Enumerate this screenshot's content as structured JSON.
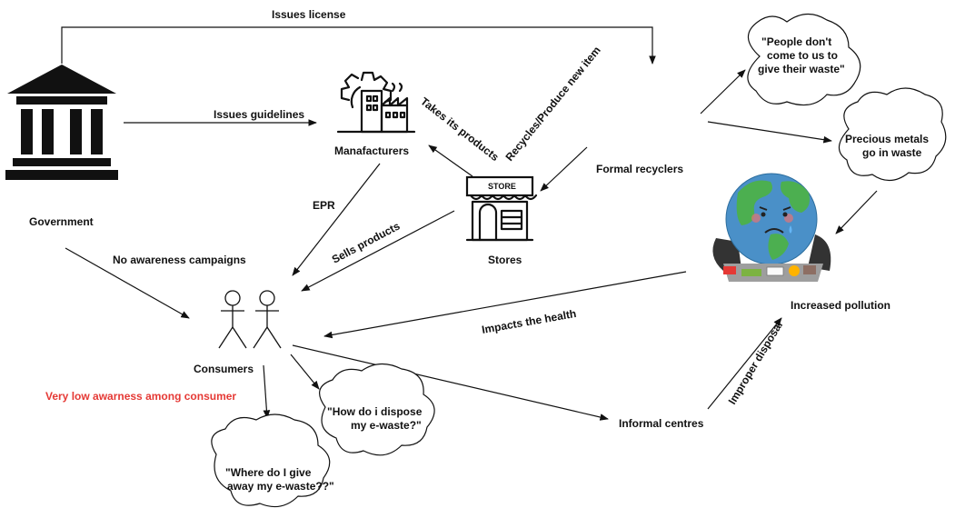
{
  "nodes": {
    "government": "Government",
    "manufacturers": "Manafacturers",
    "stores": "Stores",
    "consumers": "Consumers",
    "formal_recyclers": "Formal recyclers",
    "informal_centres": "Informal centres",
    "increased_pollution": "Increased pollution",
    "store_sign": "STORE"
  },
  "edges": {
    "issues_license": "Issues license",
    "issues_guidelines": "Issues guidelines",
    "takes_products": "Takes its products",
    "recycles": "Recycles/Produce new item",
    "epr": "EPR",
    "sells_products": "Sells products",
    "no_awareness": "No awareness campaigns",
    "impacts_health": "Impacts the health",
    "improper_disposal": "Improper disposal"
  },
  "clouds": {
    "people_dont_1": "\"People don't",
    "people_dont_2": "come to us to",
    "people_dont_3": "give their waste\"",
    "precious_1": "Precious metals",
    "precious_2": "go in waste",
    "how_dispose_1": "\"How do i dispose",
    "how_dispose_2": "my e-waste?\"",
    "where_give_1": "\"Where do I give",
    "where_give_2": "away my e-waste??\""
  },
  "notes": {
    "low_awareness": "Very low awarness among consumer"
  },
  "colors": {
    "warning": "#e53935",
    "earth_ocean": "#4a90c8",
    "earth_land": "#4caf50",
    "lines": "#111111"
  },
  "icons": [
    "government-building-icon",
    "factory-gear-icon",
    "store-icon",
    "person-icon",
    "sad-earth-icon",
    "cloud-icon"
  ]
}
